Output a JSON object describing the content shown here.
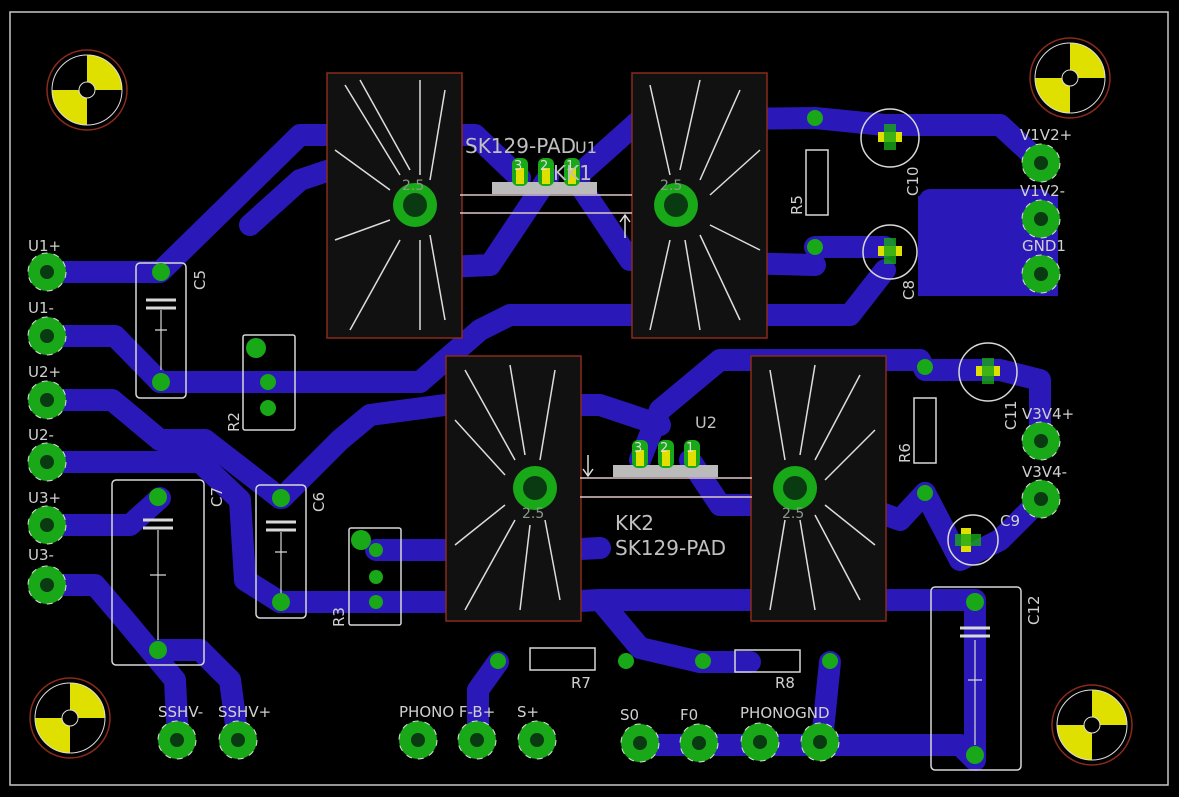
{
  "colors": {
    "background": "#000000",
    "trace": "#2a19b8",
    "pad_ring": "#18a818",
    "pad_hole": "#0e7a2e",
    "silk": "#c8c8c8",
    "outline": "#d8d8d8",
    "heatsink": "#8a2a1a",
    "mark": "#e0e000",
    "label": "#d0d0d0"
  },
  "connectors": {
    "u1p": "U1+",
    "u1m": "U1-",
    "u2p": "U2+",
    "u2m": "U2-",
    "u3p": "U3+",
    "u3m": "U3-",
    "v1v2p": "V1V2+",
    "v1v2m": "V1V2-",
    "gnd1": "GND1",
    "v3v4p": "V3V4+",
    "v3v4m": "V3V4-",
    "sshvm": "SSHV-",
    "sshvp": "SSHV+",
    "phonofb": "PHONO F-B+",
    "sp": "S+",
    "s0": "S0",
    "f0": "F0",
    "phonognd": "PHONOGND"
  },
  "components": {
    "c5": "C5",
    "c6": "C6",
    "c7": "C7",
    "c8": "C8",
    "c9": "C9",
    "c10": "C10",
    "c11": "C11",
    "c12": "C12",
    "r2": "R2",
    "r3": "R3",
    "r5": "R5",
    "r6": "R6",
    "r7": "R7",
    "r8": "R8",
    "u1": "U1",
    "u2": "U2",
    "kk1": "KK1",
    "kk2": "KK2",
    "sk1": "SK129-PAD",
    "sk2": "SK129-PAD",
    "hs_value": "2.5",
    "pin3": "3",
    "pin2": "2",
    "pin1": "1"
  }
}
